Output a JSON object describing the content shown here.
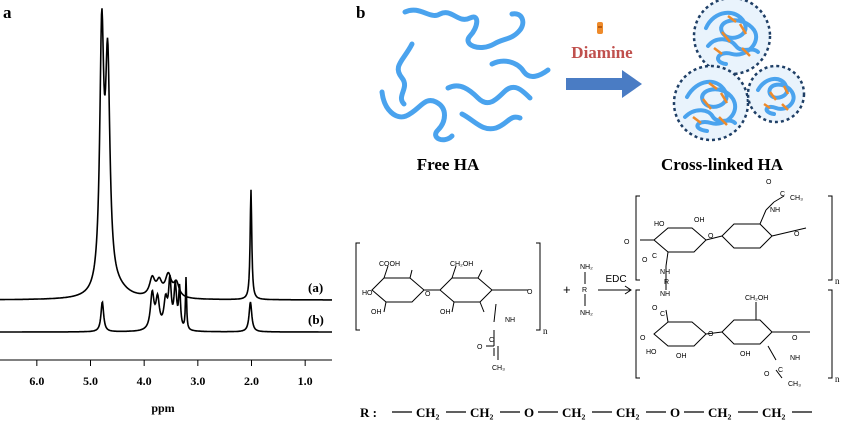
{
  "panel_a": {
    "label": "a",
    "x_axis_label": "ppm",
    "x_ticks": [
      6.0,
      5.0,
      4.0,
      3.0,
      2.0,
      1.0
    ],
    "x_tick_labels": [
      "6.0",
      "5.0",
      "4.0",
      "3.0",
      "2.0",
      "1.0"
    ],
    "x_range": [
      6.5,
      0.5
    ],
    "trace_labels": [
      "(a)",
      "(b)"
    ]
  },
  "panel_b": {
    "label": "b",
    "free_label": "Free HA",
    "crosslinker_label": "Diamine",
    "crosslinked_label": "Cross-linked HA",
    "reagent_label": "EDC",
    "plus_sign": "+",
    "repeat_subscript": "n",
    "r_definition": {
      "prefix": "R :",
      "groups": [
        "CH₂",
        "CH₂",
        "O",
        "CH₂",
        "CH₂",
        "O",
        "CH₂",
        "CH₂"
      ]
    }
  },
  "colors": {
    "polymer_blue": "#4aa3ee",
    "crosslink_orange": "#ee8a2a",
    "arrow_blue": "#4a7cc4",
    "diamine_red": "#c0504d",
    "sphere_border": "#1f3f66"
  }
}
